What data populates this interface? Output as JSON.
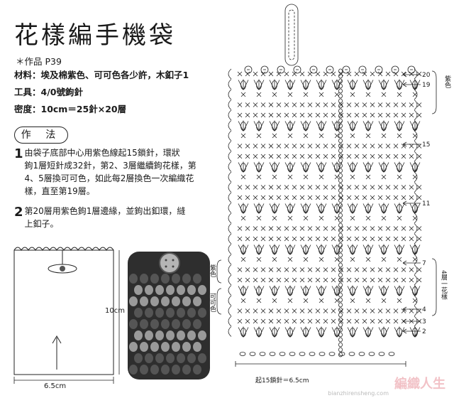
{
  "header": {
    "title": "花樣編手機袋"
  },
  "info": {
    "work": "＊作品 P39",
    "materials": "材料：埃及棉紫色、可可色各少許，木釦子1",
    "tools": "工具：4/0號鉤針",
    "gauge": "密度：10cm＝25針×20層"
  },
  "method": {
    "heading": "作 法",
    "steps": [
      {
        "num": "1",
        "lines": [
          "由袋子底部中心用紫色線起15鎖針，環狀",
          "鉤1層短針成32針，第2、3層繼續鉤花樣，第",
          "4、5層換可可色，如此每2層換色一次編織花",
          "樣，直至第19層。"
        ]
      },
      {
        "num": "2",
        "lines": [
          "第20層用紫色鉤1層邊緣，並鉤出釦環，縫",
          "上釦子。"
        ]
      }
    ]
  },
  "bag_diagram": {
    "height_label": "10cm",
    "width_label": "6.5cm"
  },
  "chart": {
    "row_labels": [
      "20",
      "19",
      "15",
      "11",
      "7",
      "4",
      "3",
      "2"
    ],
    "right_color_label": "紫色",
    "right_repeat_label": "4層一花樣",
    "left_labels": [
      "紫色",
      "可可色"
    ],
    "bottom_label": "起15鎖針＝6.5cm"
  },
  "watermark": {
    "text": "編織人生",
    "url": "bianzhirensheng.com"
  },
  "colors": {
    "line": "#222222",
    "bag_purple": "#3a3a3a",
    "bag_cocoa": "#9a9a9a",
    "watermark": "#f2c2c7"
  }
}
